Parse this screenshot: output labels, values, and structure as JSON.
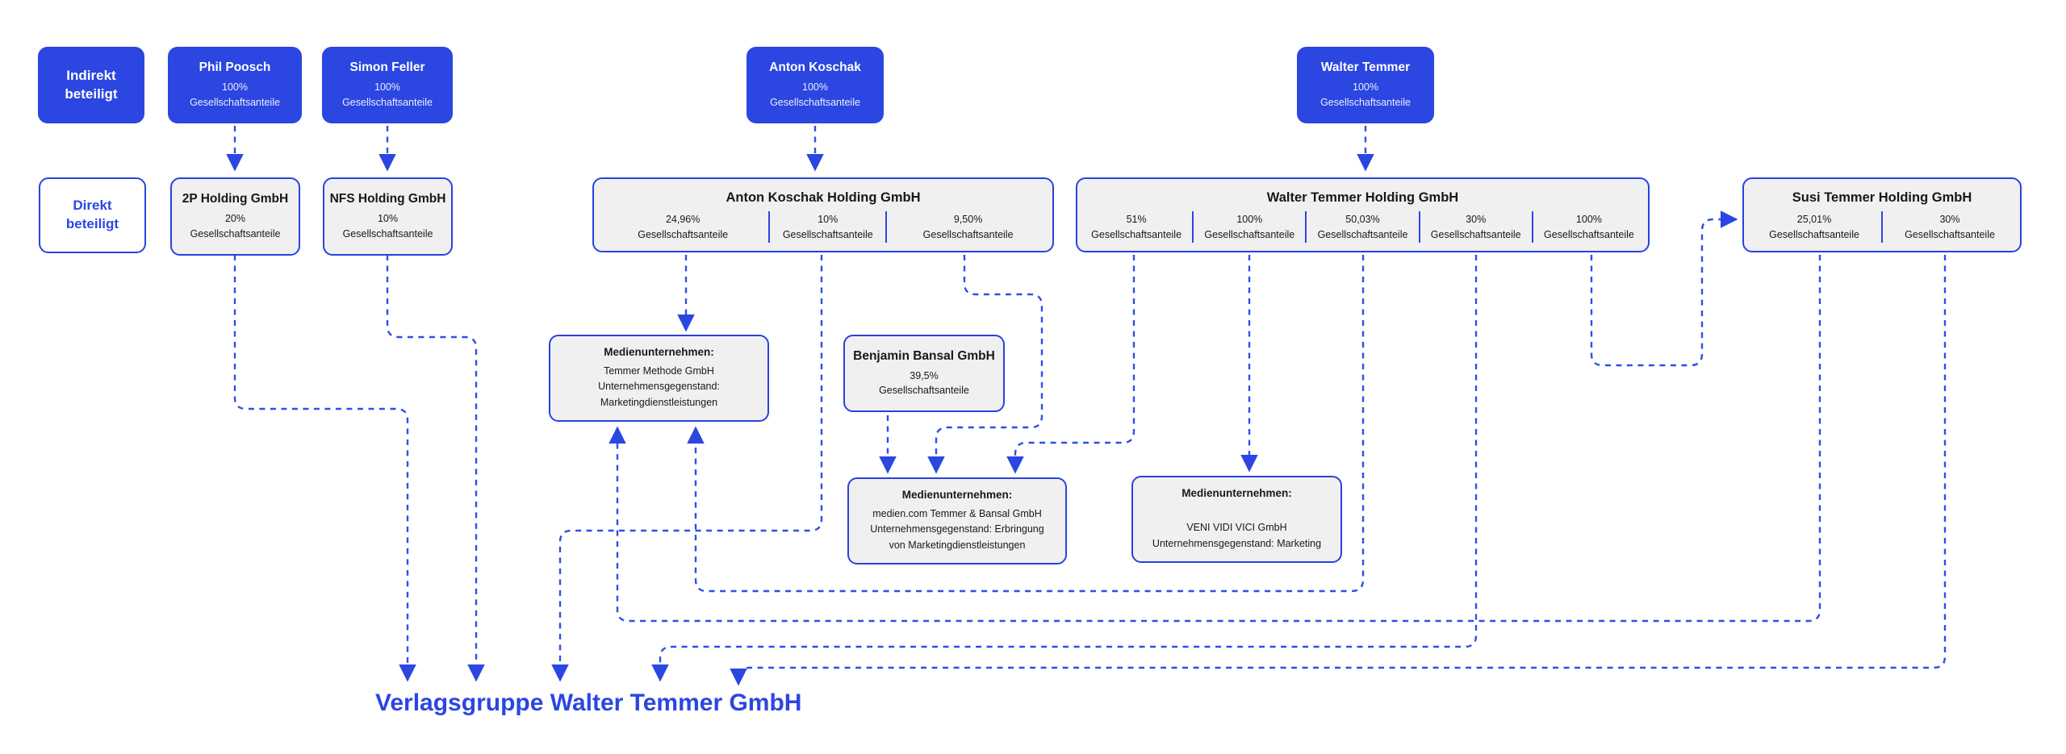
{
  "palette": {
    "box_blue": "#2b46e1",
    "border_blue": "#2743df",
    "line_blue": "#2f4fe6",
    "box_gray": "#f0f0f1",
    "title_blue": "#2b46e1"
  },
  "legend": {
    "indirect": "Indirekt beteiligt",
    "direct": "Direkt beteiligt"
  },
  "unit": "Gesellschaftsanteile",
  "shareholders": {
    "phil": {
      "name": "Phil Poosch",
      "pct": "100%",
      "unit": "Gesellschaftsanteile"
    },
    "simon": {
      "name": "Simon Feller",
      "pct": "100%",
      "unit": "Gesellschaftsanteile"
    },
    "anton": {
      "name": "Anton Koschak",
      "pct": "100%",
      "unit": "Gesellschaftsanteile"
    },
    "walter": {
      "name": "Walter Temmer",
      "pct": "100%",
      "unit": "Gesellschaftsanteile"
    }
  },
  "holdings": {
    "p2": {
      "name": "2P Holding GmbH",
      "pct": "20%",
      "unit": "Gesellschaftsanteile"
    },
    "nfs": {
      "name": "NFS Holding GmbH",
      "pct": "10%",
      "unit": "Gesellschaftsanteile"
    },
    "ak": {
      "name": "Anton Koschak Holding GmbH",
      "sections": [
        {
          "pct": "24,96%",
          "unit": "Gesellschaftsanteile"
        },
        {
          "pct": "10%",
          "unit": "Gesellschaftsanteile"
        },
        {
          "pct": "9,50%",
          "unit": "Gesellschaftsanteile"
        }
      ]
    },
    "wt": {
      "name": "Walter Temmer Holding GmbH",
      "sections": [
        {
          "pct": "51%",
          "unit": "Gesellschaftsanteile"
        },
        {
          "pct": "100%",
          "unit": "Gesellschaftsanteile"
        },
        {
          "pct": "50,03%",
          "unit": "Gesellschaftsanteile"
        },
        {
          "pct": "30%",
          "unit": "Gesellschaftsanteile"
        },
        {
          "pct": "100%",
          "unit": "Gesellschaftsanteile"
        }
      ]
    },
    "susi": {
      "name": "Susi Temmer Holding GmbH",
      "sections": [
        {
          "pct": "25,01%",
          "unit": "Gesellschaftsanteile"
        },
        {
          "pct": "30%",
          "unit": "Gesellschaftsanteile"
        }
      ]
    }
  },
  "companies": {
    "temmer_methode": {
      "header": "Medienunternehmen:",
      "lines": [
        "Temmer Methode GmbH",
        "Unternehmensgegenstand:",
        "Marketingdienstleistungen"
      ]
    },
    "bansal": {
      "name": "Benjamin Bansal GmbH",
      "pct": "39,5%",
      "unit": "Gesellschaftsanteile"
    },
    "medien_com": {
      "header": "Medienunternehmen:",
      "lines": [
        "medien.com Temmer & Bansal GmbH",
        "Unternehmensgegenstand: Erbringung",
        "von Marketingdienstleistungen"
      ]
    },
    "veni": {
      "header": "Medienunternehmen:",
      "lines": [
        "VENI VIDI VICI GmbH",
        "Unternehmensgegenstand: Marketing"
      ]
    }
  },
  "title": "Verlagsgruppe Walter Temmer GmbH"
}
